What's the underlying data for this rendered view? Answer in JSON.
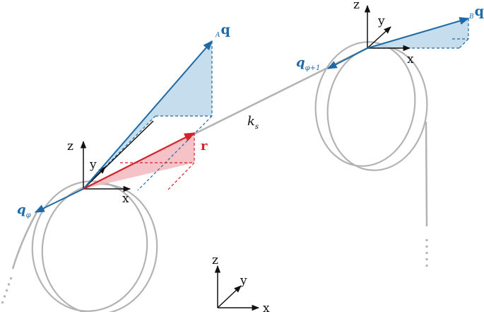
{
  "labels": {
    "vec_q_main": "q",
    "vec_q_left_sub": "A",
    "vec_q_right_sub": "B",
    "vec_r": "r",
    "ks_main": "k",
    "ks_sub": "s",
    "q_phi_main": "q",
    "q_phi_sub": "φ",
    "q_phi1_main": "q",
    "q_phi1_sub": "φ+1",
    "axis_x": "x",
    "axis_y": "y",
    "axis_z": "z",
    "ellipsis": "⋮"
  },
  "colors": {
    "blue": "#1f6aa5",
    "blue_fill": "#bcd7ea",
    "red": "#d2232a",
    "red_fill": "#f3b8bd",
    "cable_gray": "#b3b3b3",
    "axis_black": "#111111"
  }
}
